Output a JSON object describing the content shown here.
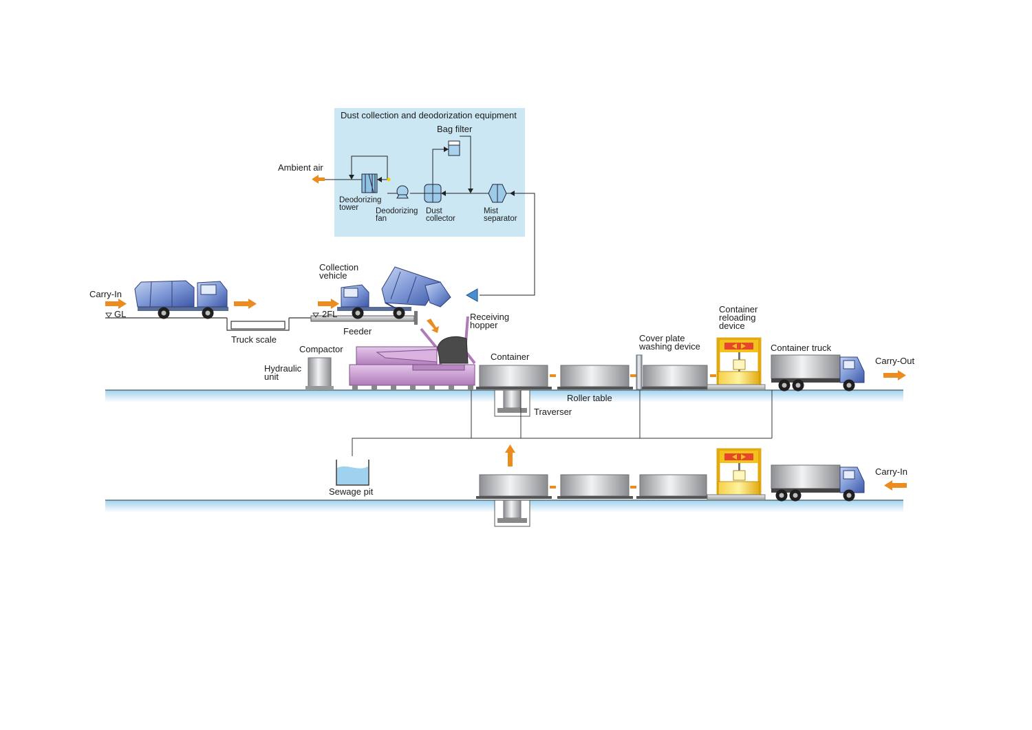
{
  "dust_box": {
    "title": "Dust collection and deodorization equipment",
    "bag_filter": "Bag filter",
    "deodorizing_tower": "Deodorizing\ntower",
    "deodorizing_fan": "Deodorizing\nfan",
    "dust_collector": "Dust\ncollector",
    "mist_separator": "Mist\nseparator"
  },
  "labels": {
    "ambient_air": "Ambient air",
    "carry_in_top": "Carry-In",
    "gl": "GL",
    "truck_scale": "Truck scale",
    "collection_vehicle": "Collection\nvehicle",
    "floor_2fl": "2FL",
    "feeder": "Feeder",
    "receiving_hopper": "Receiving\nhopper",
    "compactor": "Compactor",
    "hydraulic_unit": "Hydraulic\nunit",
    "container": "Container",
    "roller_table": "Roller table",
    "traverser": "Traverser",
    "cover_plate_washing": "Cover plate\nwashing device",
    "container_reloading": "Container\nreloading\ndevice",
    "container_truck": "Container truck",
    "carry_out": "Carry-Out",
    "sewage_pit": "Sewage pit",
    "carry_in_bottom": "Carry-In"
  },
  "colors": {
    "box_bg": "#cce7f4",
    "flow_arrow": "#ea8c1f",
    "floor": "#d6edf8",
    "compactor": "#c99ad0",
    "reloader_frame": "#f3c21c",
    "reloader_plate": "#e8462b",
    "truck_body": "#6f8fcf"
  }
}
